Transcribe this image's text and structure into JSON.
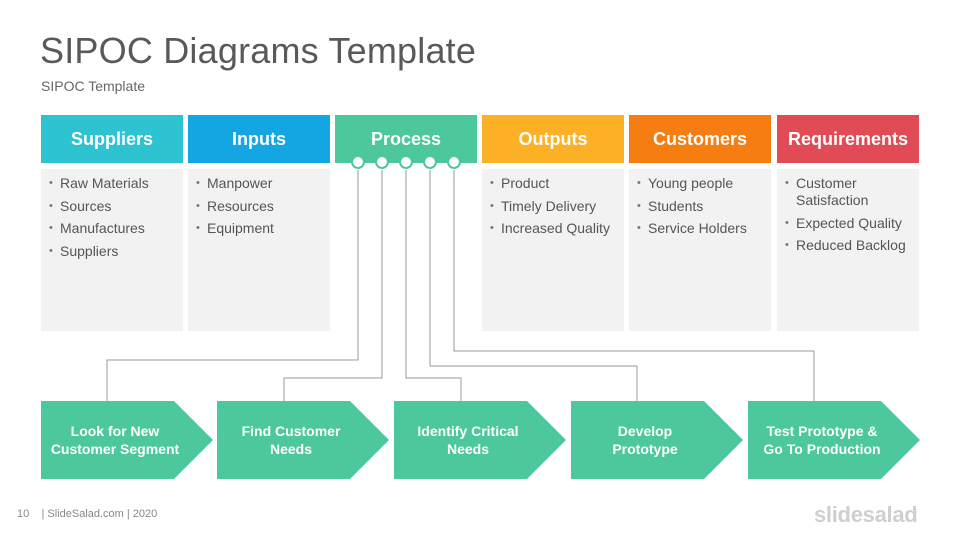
{
  "title": "SIPOC Diagrams Template",
  "subtitle": "SIPOC Template",
  "columns": [
    {
      "label": "Suppliers",
      "color": "#2ec3d1",
      "items": [
        "Raw Materials",
        "Sources",
        "Manufactures",
        "Suppliers"
      ]
    },
    {
      "label": "Inputs",
      "color": "#14a5e3",
      "items": [
        "Manpower",
        "Resources",
        "Equipment"
      ]
    },
    {
      "label": "Process",
      "color": "#4cc89c",
      "items": []
    },
    {
      "label": "Outputs",
      "color": "#fbb026",
      "items": [
        "Product",
        "Timely Delivery",
        "Increased Quality"
      ]
    },
    {
      "label": "Customers",
      "color": "#f67d12",
      "items": [
        "Young people",
        "Students",
        "Service Holders"
      ]
    },
    {
      "label": "Requirements",
      "color": "#e04b55",
      "items": [
        "Customer Satisfaction",
        "Expected Quality",
        "Reduced Backlog"
      ]
    }
  ],
  "steps": [
    {
      "line1": "Look for New",
      "line2": "Customer Segment"
    },
    {
      "line1": "Find Customer",
      "line2": "Needs"
    },
    {
      "line1": "Identify Critical",
      "line2": "Needs"
    },
    {
      "line1": "Develop",
      "line2": "Prototype"
    },
    {
      "line1": "Test Prototype &",
      "line2": "Go To Production"
    }
  ],
  "step_color": "#4cc89c",
  "footer": {
    "page": "10",
    "text": "| SlideSalad.com | 2020"
  },
  "brand": "slidesalad"
}
